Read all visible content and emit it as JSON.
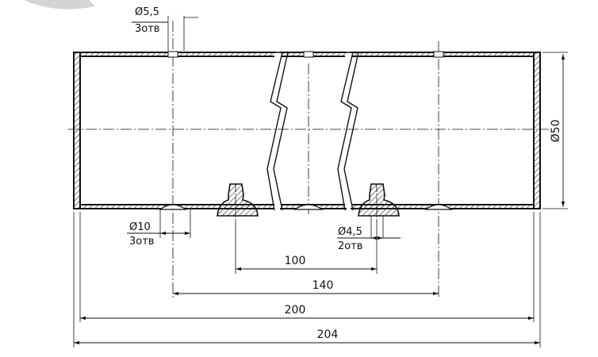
{
  "drawing": {
    "stroke_color": "#111111",
    "hatch_color": "#222222",
    "background": "#ffffff",
    "corner_smudge_color": "#cfcfcf"
  },
  "callouts": {
    "hole_top": {
      "diameter": "Ø5,5",
      "count": "3отв"
    },
    "hole_bottom_left": {
      "diameter": "Ø10",
      "count": "3отв"
    },
    "hole_bottom_right": {
      "diameter": "Ø4,5",
      "count": "2отв"
    }
  },
  "dimensions": {
    "outer_diameter": "Ø50",
    "lug_spacing": "100",
    "hole_spacing": "140",
    "inner_length": "200",
    "overall_length": "204"
  }
}
